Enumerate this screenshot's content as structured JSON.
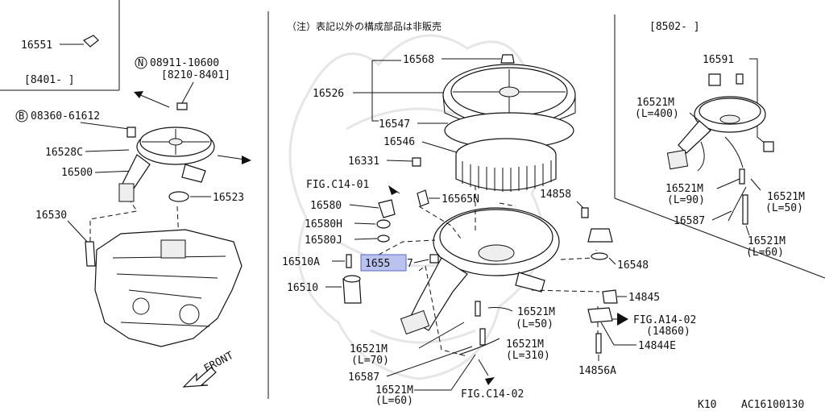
{
  "colors": {
    "highlight": "#b9c3ee",
    "line": "#111111",
    "background": "#ffffff"
  },
  "left_panel": {
    "inset_part": "16551",
    "inset_range": "[8401-   ]",
    "n_prefix": "N",
    "n_part": "08911-10600",
    "n_range": "[8210-8401]",
    "b_prefix": "B",
    "b_part": "08360-61612",
    "p16528c": "16528C",
    "p16500": "16500",
    "p16523": "16523",
    "p16530": "16530",
    "front": "FRONT"
  },
  "center_panel": {
    "note": "（注）表記以外の構成部品は非販売",
    "p16568": "16568",
    "p16526": "16526",
    "p16547": "16547",
    "p16546": "16546",
    "p16331": "16331",
    "fig_c14_01": "FIG.C14-01",
    "p16565n": "16565N",
    "p16580": "16580",
    "p16580h": "16580H",
    "p16580j": "16580J",
    "p16510a": "16510A",
    "p16557_highlight": "1655",
    "p16557_rest": "7",
    "p16510": "16510",
    "p14858": "14858",
    "p16548": "16548",
    "p14845": "14845",
    "p16521m_50": "16521M",
    "l50": "(L=50)",
    "fig_a14_02": "FIG.A14-02",
    "p14860": "(14860)",
    "p14844e": "14844E",
    "p16521m_70": "16521M",
    "l70": "(L=70)",
    "p16521m_310": "16521M",
    "l310": "(L=310)",
    "p16587": "16587",
    "p14856a": "14856A",
    "p16521m_60": "16521M",
    "l60": "(L=60)",
    "fig_c14_02": "FIG.C14-02"
  },
  "right_panel": {
    "range": "[8502-   ]",
    "p16591": "16591",
    "p16521m_400": "16521M",
    "l400": "(L=400)",
    "p16521m_90": "16521M",
    "l90": "(L=90)",
    "p16521m_50": "16521M",
    "l50": "(L=50)",
    "p16587": "16587",
    "p16521m_60": "16521M",
    "l60": "(L=60)"
  },
  "footer": {
    "code": "K10",
    "ref": "AC16100130"
  }
}
